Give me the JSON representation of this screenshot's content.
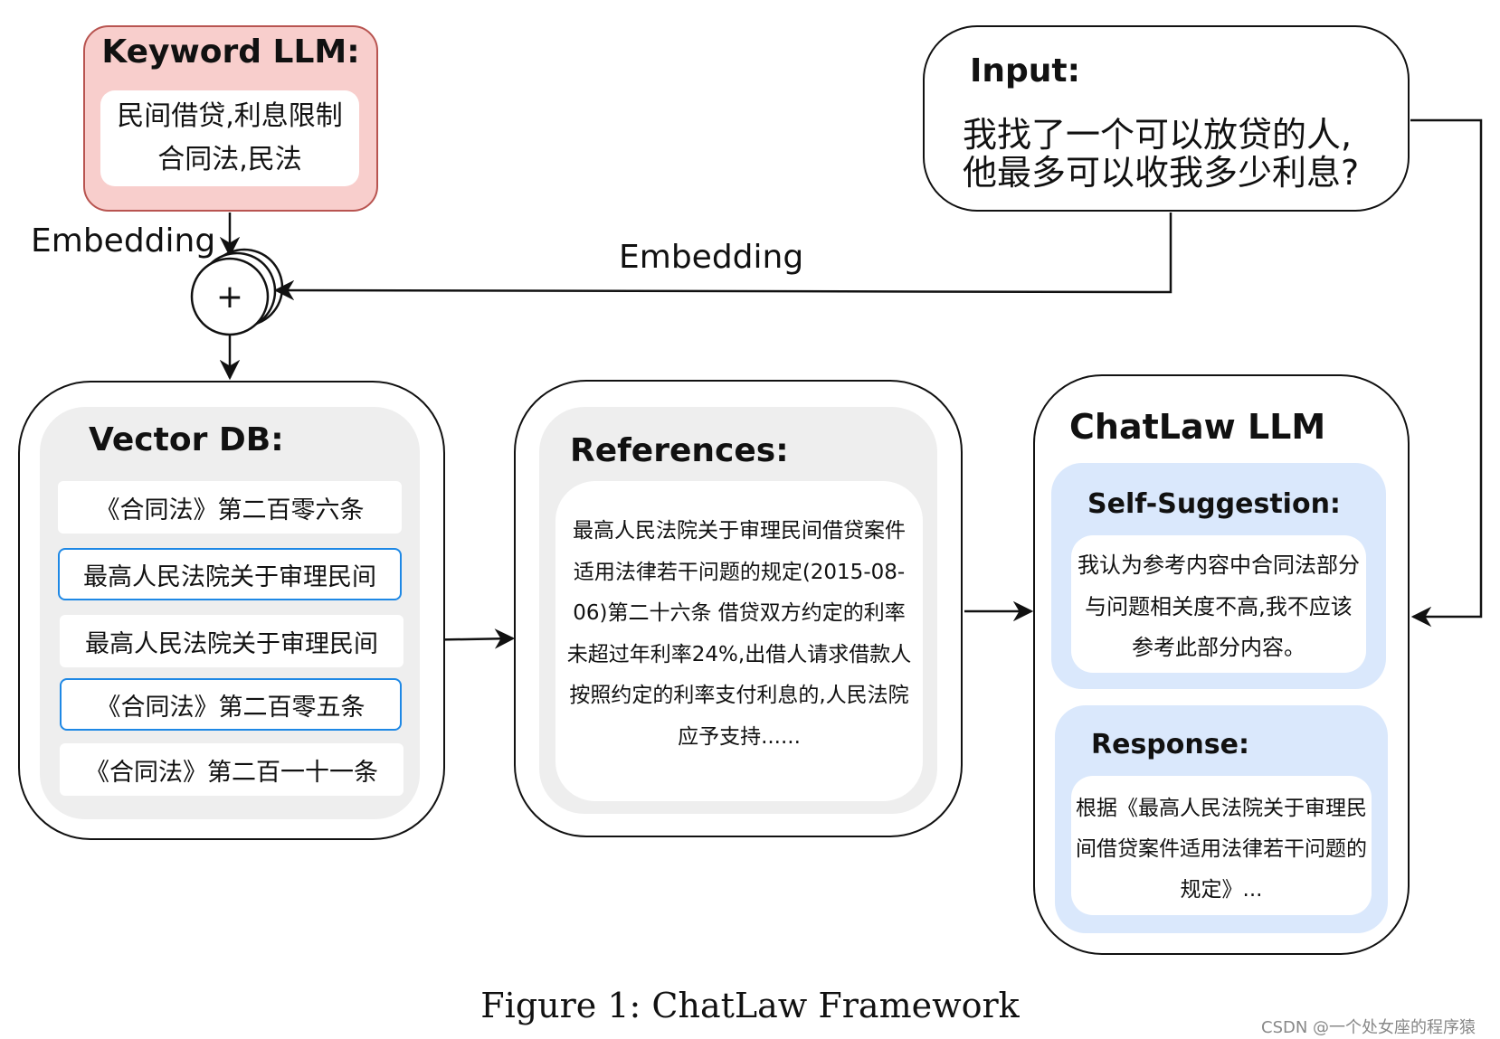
{
  "keyword_llm": {
    "title": "Keyword LLM:",
    "line1": "民间借贷,利息限制",
    "line2": "合同法,民法"
  },
  "edges": {
    "embedding_left": "Embedding",
    "embedding_top": "Embedding"
  },
  "combiner": {
    "symbol": "+"
  },
  "input": {
    "title": "Input:",
    "line1": "我找了一个可以放贷的人,",
    "line2": "他最多可以收我多少利息?"
  },
  "vector_db": {
    "title": "Vector DB:",
    "items": [
      {
        "label": "《合同法》第二百零六条",
        "highlighted": false
      },
      {
        "label": "最高人民法院关于审理民间",
        "highlighted": true
      },
      {
        "label": "最高人民法院关于审理民间",
        "highlighted": false
      },
      {
        "label": "《合同法》第二百零五条",
        "highlighted": true
      },
      {
        "label": "《合同法》第二百一十一条",
        "highlighted": false
      }
    ]
  },
  "references": {
    "title": "References:",
    "text": "最高人民法院关于审理民间借贷案件适用法律若干问题的规定(2015-08-06)第二十六条 借贷双方约定的利率未超过年利率24%,出借人请求借款人按照约定的利率支付利息的,人民法院应予支持......"
  },
  "chatlaw": {
    "title": "ChatLaw LLM",
    "self_suggestion": {
      "title": "Self-Suggestion:",
      "text": "我认为参考内容中合同法部分与问题相关度不高,我不应该参考此部分内容。"
    },
    "response": {
      "title": "Response:",
      "text": "根据《最高人民法院关于审理民间借贷案件适用法律若干问题的规定》..."
    }
  },
  "caption": "Figure 1: ChatLaw Framework",
  "watermark": "CSDN @一个处女座的程序猿",
  "colors": {
    "keyword_fill": "#f8cecc",
    "keyword_stroke": "#b85450",
    "highlight_border": "#1e88e5",
    "panel_gray": "#eeeeee",
    "blue_fill": "#dae8fc"
  }
}
